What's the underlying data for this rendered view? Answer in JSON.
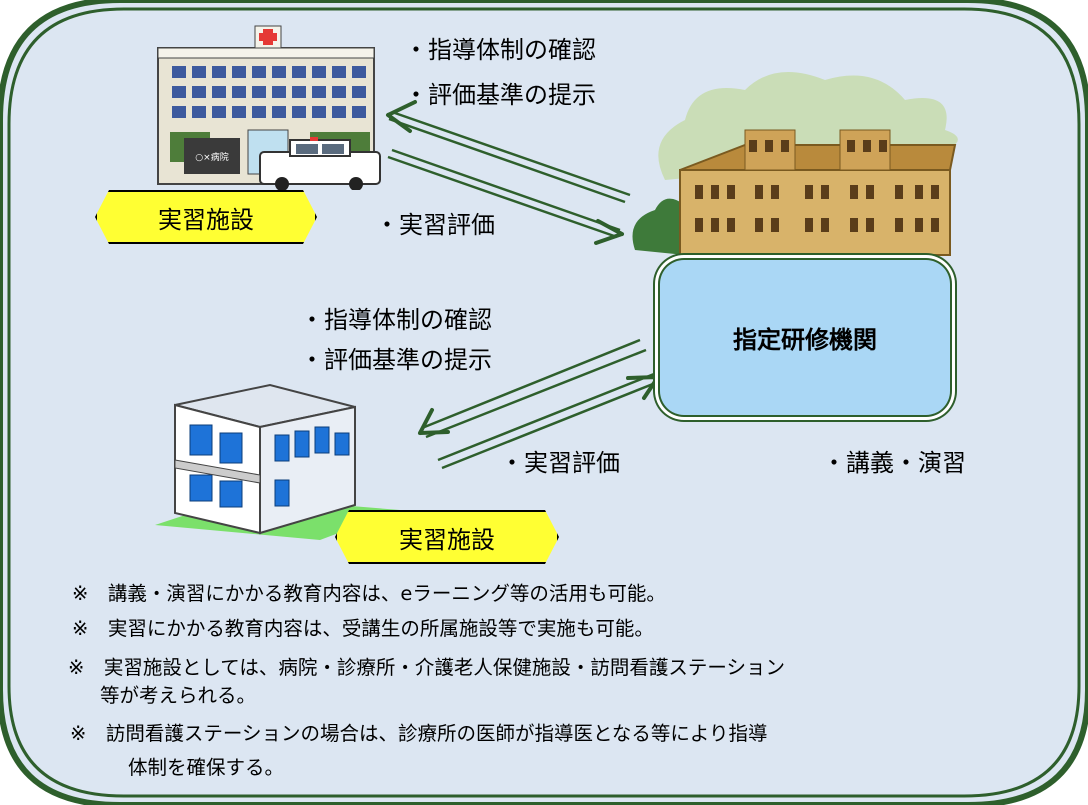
{
  "colors": {
    "frame_fill": "#dce6f2",
    "frame_border": "#2e5f2c",
    "tag_fill": "#ffff33",
    "box_fill": "#aad7f5",
    "arrow": "#2e5f2c"
  },
  "hospital": {
    "labels": [
      "・指導体制の確認",
      "・評価基準の提示"
    ],
    "eval_label": "・実習評価",
    "sign_text": "○×病院"
  },
  "institution": {
    "name": "指定研修機関",
    "lecture_label": "・講義・演習"
  },
  "clinic": {
    "labels": [
      "・指導体制の確認",
      "・評価基準の提示"
    ],
    "eval_label": "・実習評価"
  },
  "tags": {
    "practice_1": "実習施設",
    "practice_2": "実習施設"
  },
  "notes": [
    "※　講義・演習にかかる教育内容は、eラーニング等の活用も可能。",
    "※　実習にかかる教育内容は、受講生の所属施設等で実施も可能。",
    "※　実習施設としては、病院・診療所・介護老人保健施設・訪問看護ステーション",
    "等が考えられる。",
    "※　訪問看護ステーションの場合は、診療所の医師が指導医となる等により指導",
    "体制を確保する。"
  ]
}
